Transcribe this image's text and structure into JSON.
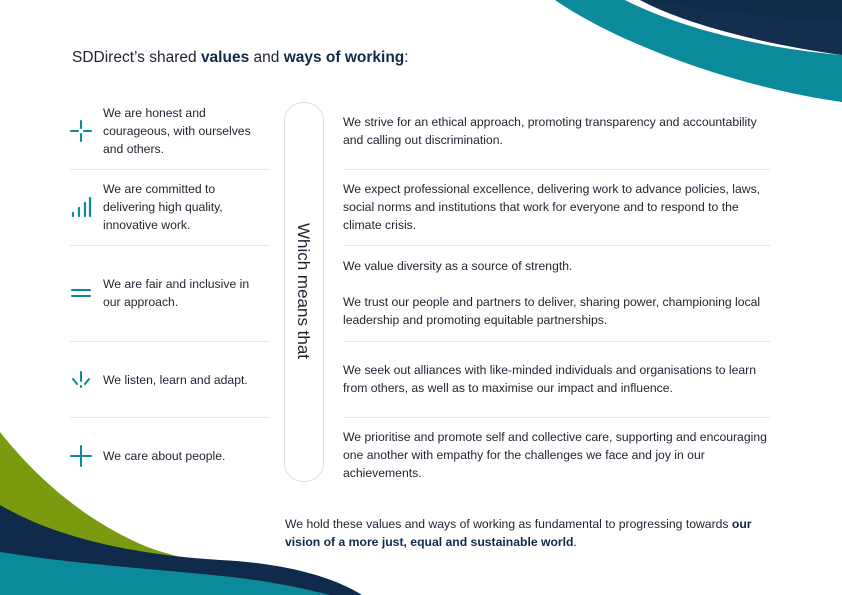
{
  "heading": {
    "prefix": "SDDirect’s shared ",
    "bold1": "values",
    "middle": " and ",
    "bold2": "ways of working",
    "suffix": ":"
  },
  "connector": "Which means that",
  "values": [
    {
      "icon": "sparkle-cross-icon",
      "text": "We are honest and courageous, with ourselves and others."
    },
    {
      "icon": "bar-chart-icon",
      "text": "We are committed to delivering high quality, innovative work."
    },
    {
      "icon": "equals-icon",
      "text": "We are fair and inclusive in our approach."
    },
    {
      "icon": "listen-icon",
      "text": "We listen, learn and adapt."
    },
    {
      "icon": "plus-icon",
      "text": "We care about people."
    }
  ],
  "ways": [
    "We strive for an ethical approach, promoting transparency and accountability and calling out discrimination.",
    "We expect professional excellence, delivering work to advance policies, laws, social norms and institutions that work for everyone and to respond to the climate crisis.",
    "We value diversity as a source of strength.",
    "We trust our people and partners to deliver, sharing power, championing local leadership and promoting equitable partnerships.",
    "We seek out alliances with like-minded individuals and organisations to learn from others, as well as to maximise our impact and influence.",
    "We prioritise and promote self and collective care, supporting and encouraging one another with empathy for the challenges we face and joy in our achievements."
  ],
  "closing": {
    "text": "We hold these values and ways of working as fundamental to progressing towards ",
    "bold": "our vision of a more just, equal and sustainable world",
    "end": "."
  },
  "colors": {
    "teal": "#0a8a9a",
    "navy": "#0f2a4a",
    "green": "#7a9a10"
  }
}
